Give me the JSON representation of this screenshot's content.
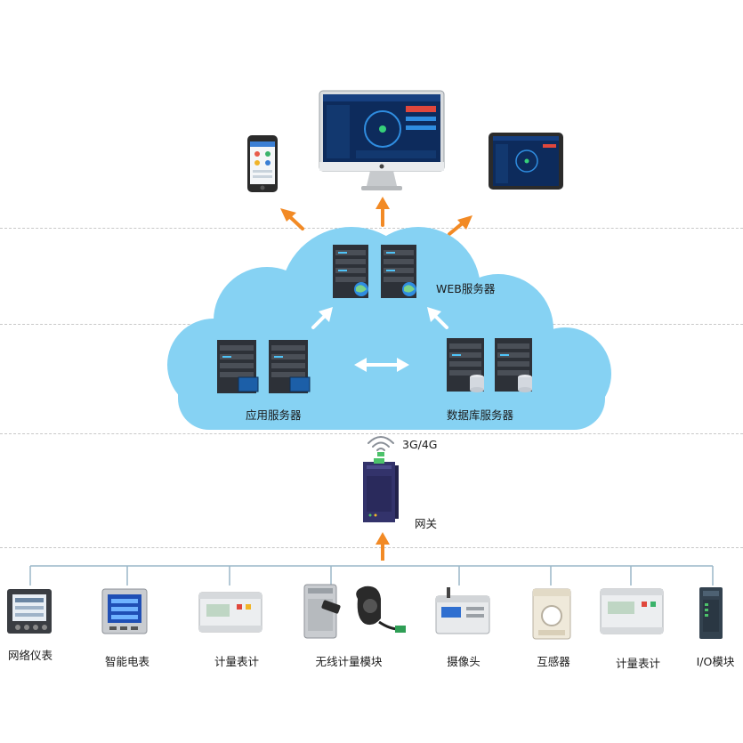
{
  "cloud": {
    "web_server_label": "WEB服务器",
    "app_server_label": "应用服务器",
    "db_server_label": "数据库服务器"
  },
  "gateway": {
    "network_label": "3G/4G",
    "label": "网关"
  },
  "devices": [
    {
      "label": "网络仪表",
      "icon": "network-meter-icon"
    },
    {
      "label": "智能电表",
      "icon": "smart-meter-icon"
    },
    {
      "label": "计量表计",
      "icon": "din-rail-meter-icon"
    },
    {
      "label": "无线计量模块",
      "icon": "wireless-module-icon"
    },
    {
      "label": "摄像头",
      "icon": "camera-module-icon"
    },
    {
      "label": "互感器",
      "icon": "transformer-icon"
    },
    {
      "label": "计量表计",
      "icon": "din-rail-meter-icon"
    },
    {
      "label": "I/O模块",
      "icon": "io-module-icon"
    }
  ],
  "colors": {
    "cloud": "#86d2f3",
    "arrow_orange": "#f28a25",
    "arrow_white": "#ffffff",
    "bus_line": "#9ab7c9",
    "dashed": "#c8c8c8"
  }
}
